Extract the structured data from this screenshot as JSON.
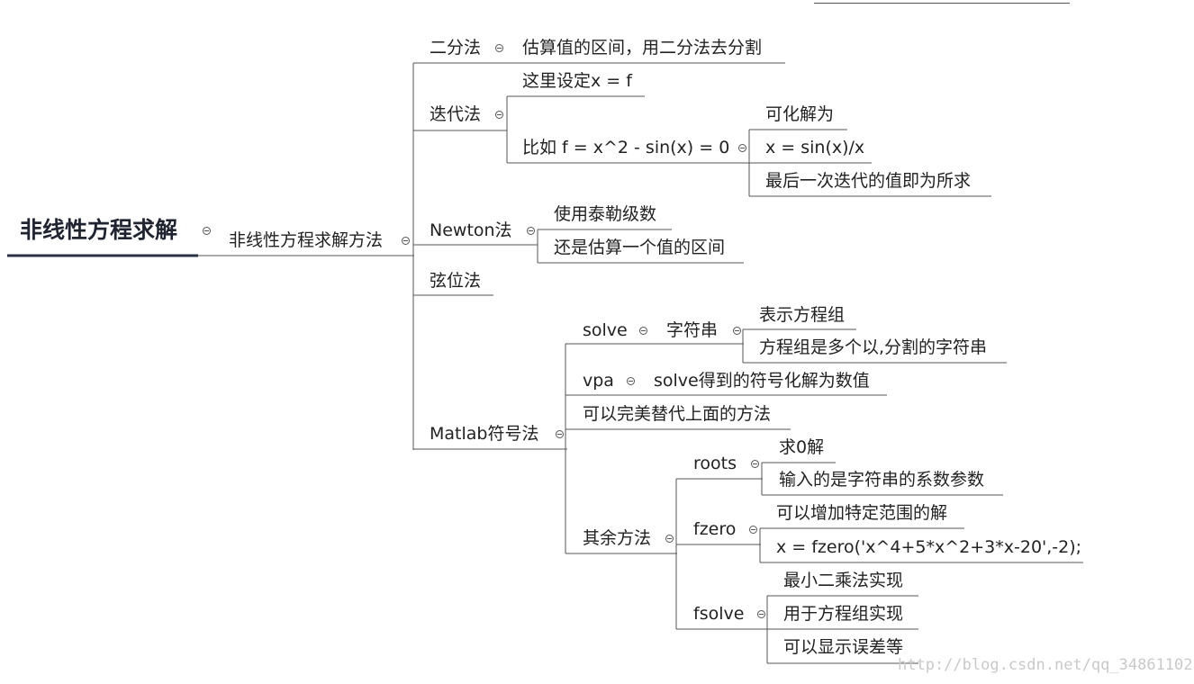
{
  "root": {
    "label": "非线性方程求解"
  },
  "branch": {
    "label": "非线性方程求解方法"
  },
  "methods": {
    "bisection": {
      "label": "二分法",
      "note": "估算值的区间，用二分法去分割"
    },
    "iteration": {
      "label": "迭代法",
      "setup": "这里设定x = f",
      "example": "比如 f = x^2 - sin(x) = 0",
      "steps": [
        "可化解为",
        "x = sin(x)/x",
        "最后一次迭代的值即为所求"
      ]
    },
    "newton": {
      "label": "Newton法",
      "notes": [
        "使用泰勒级数",
        "还是估算一个值的区间"
      ]
    },
    "secant": {
      "label": "弦位法"
    },
    "matlab": {
      "label": "Matlab符号法",
      "solve": {
        "label": "solve",
        "arg": "字符串",
        "notes": [
          "表示方程组",
          "方程组是多个以,分割的字符串"
        ]
      },
      "vpa": {
        "label": "vpa",
        "note": "solve得到的符号化解为数值"
      },
      "replace": "可以完美替代上面的方法",
      "others": {
        "label": "其余方法",
        "roots": {
          "label": "roots",
          "notes": [
            "求0解",
            "输入的是字符串的系数参数"
          ]
        },
        "fzero": {
          "label": "fzero",
          "notes": [
            "可以增加特定范围的解",
            "x = fzero('x^4+5*x^2+3*x-20',-2);"
          ]
        },
        "fsolve": {
          "label": "fsolve",
          "notes": [
            "最小二乘法实现",
            "用于方程组实现",
            "可以显示误差等"
          ]
        }
      }
    }
  },
  "watermark": "http://blog.csdn.net/qq_34861102",
  "colors": {
    "line": "#555555",
    "root_underline": "#2a3142",
    "text": "#222222"
  }
}
